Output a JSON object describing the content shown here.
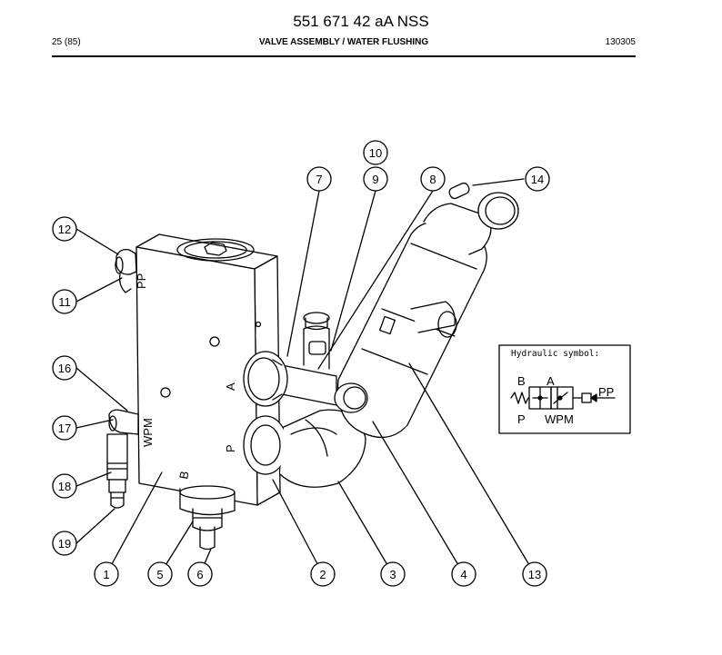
{
  "header": {
    "title": "551 671 42 aA NSS",
    "page": "25 (85)",
    "section": "VALVE ASSEMBLY / WATER FLUSHING",
    "code": "130305"
  },
  "callouts": [
    "1",
    "2",
    "3",
    "4",
    "5",
    "6",
    "7",
    "8",
    "9",
    "10",
    "11",
    "12",
    "13",
    "14",
    "16",
    "17",
    "18",
    "19"
  ],
  "body_marks": {
    "pp": "PP",
    "wpm": "WPM",
    "a": "A",
    "p": "P",
    "b": "B",
    "o": "o"
  },
  "hydraulic": {
    "title": "Hydraulic symbol:",
    "b": "B",
    "a": "A",
    "p": "P",
    "wpm": "WPM",
    "pp": "PP"
  }
}
